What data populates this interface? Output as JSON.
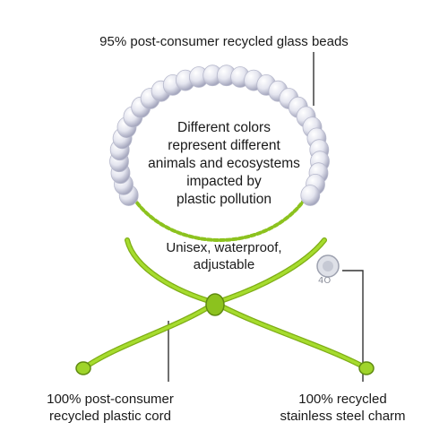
{
  "labels": {
    "top": "95% post-consumer recycled glass beads",
    "center": "Different colors represent different animals and ecosystems impacted by plastic pollution",
    "center_lines": [
      "Different colors",
      "represent different",
      "animals and ecosystems",
      "impacted by",
      "plastic pollution"
    ],
    "middle_lines": [
      "Unisex, waterproof,",
      "adjustable"
    ],
    "bottom_left_lines": [
      "100% post-consumer",
      "recycled plastic cord"
    ],
    "bottom_right_lines": [
      "100% recycled",
      "stainless steel charm"
    ]
  },
  "charm": {
    "text": "4O"
  },
  "colors": {
    "cord": "#9fd42a",
    "cord_dark": "#6e9e12",
    "bead": "#e8e9f2",
    "bead_shadow": "#a9abc2",
    "leader": "#333333"
  }
}
